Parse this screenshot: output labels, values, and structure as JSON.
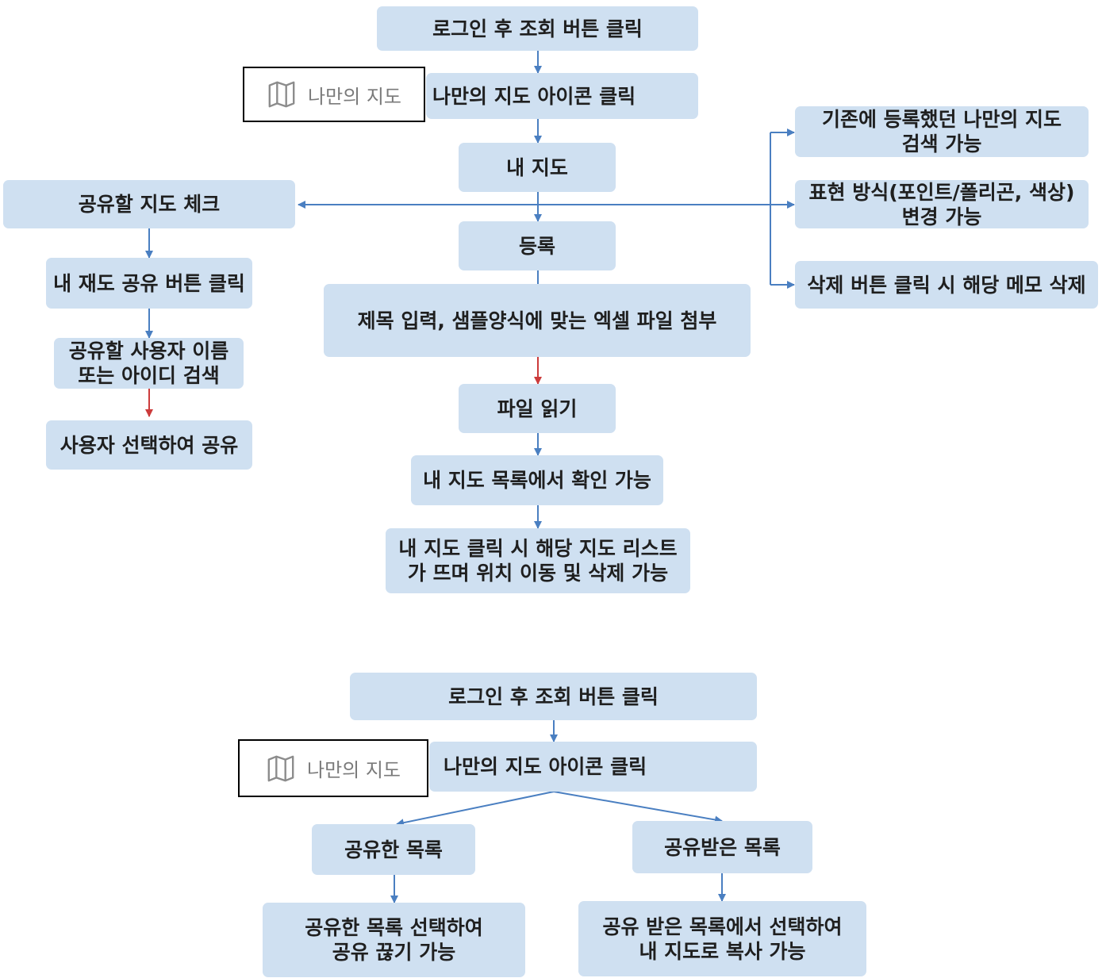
{
  "colors": {
    "box_fill": "#cfe0f1",
    "arrow_blue": "#4a7fc1",
    "arrow_red": "#cc3b3b",
    "text": "#1f1f1f"
  },
  "flow1": {
    "login": "로그인 후 조회 버튼 클릭",
    "icon_label": "나만의 지도",
    "icon_name": "folded-map-icon",
    "icon_click": "나만의 지도 아이콘 클릭",
    "my_map": "내 지도",
    "share_check": "공유할 지도 체크",
    "share_button": "내 재도 공유 버튼 클릭",
    "search_user": "공유할 사용자 이름\n또는 아이디 검색",
    "select_share": "사용자 선택하여 공유",
    "register": "등록",
    "input_title": "제목 입력, 샘플양식에 맞는 엑셀 파일 첨부",
    "read_file": "파일 읽기",
    "list_confirm": "내 지도 목록에서 확인 가능",
    "click_list": "내 지도 클릭 시 해당 지도 리스트\n가 뜨며 위치 이동 및 삭제 가능",
    "search_existing": "기존에 등록했던 나만의 지도\n검색 가능",
    "change_style": "표현 방식(포인트/폴리곤, 색상)\n변경 가능",
    "delete_memo": "삭제 버튼 클릭 시 해당 메모 삭제"
  },
  "flow2": {
    "login": "로그인 후 조회 버튼 클릭",
    "icon_label": "나만의 지도",
    "icon_name": "folded-map-icon",
    "icon_click": "나만의 지도 아이콘 클릭",
    "shared_list": "공유한 목록",
    "received_list": "공유받은 목록",
    "unshare": "공유한 목록 선택하여\n공유 끊기 가능",
    "copy": "공유 받은 목록에서 선택하여\n내 지도로 복사 가능"
  }
}
